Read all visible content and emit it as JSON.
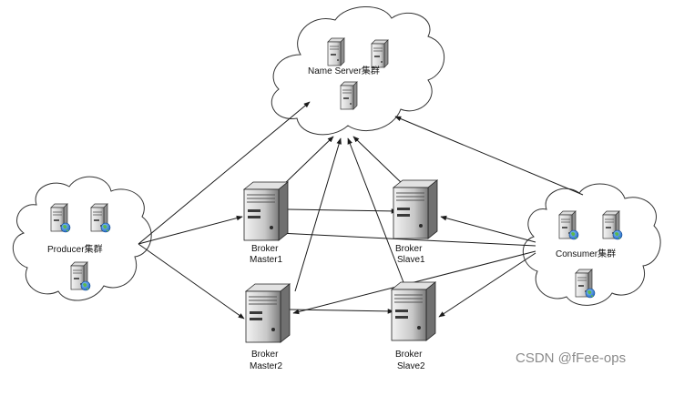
{
  "diagram": {
    "clusters": {
      "name_server": {
        "label": "Name Server集群"
      },
      "producer": {
        "label": "Producer集群"
      },
      "consumer": {
        "label": "Consumer集群"
      }
    },
    "brokers": {
      "master1": {
        "line1": "Broker",
        "line2": "Master1"
      },
      "slave1": {
        "line1": "Broker",
        "line2": "Slave1"
      },
      "master2": {
        "line1": "Broker",
        "line2": "Master2"
      },
      "slave2": {
        "line1": "Broker",
        "line2": "Slave2"
      }
    },
    "icons": {
      "server": "server-icon",
      "globe_badge": "globe-icon",
      "broker_server": "broker-server-icon"
    },
    "colors": {
      "line": "#1a1a1a",
      "server_body": "#eeeeee",
      "server_shade": "#9c9c9c",
      "globe": "#2e7fd6",
      "globe_land": "#55b04a",
      "watermark": "#8a8a8a"
    }
  },
  "watermark": "CSDN @fFee-ops"
}
